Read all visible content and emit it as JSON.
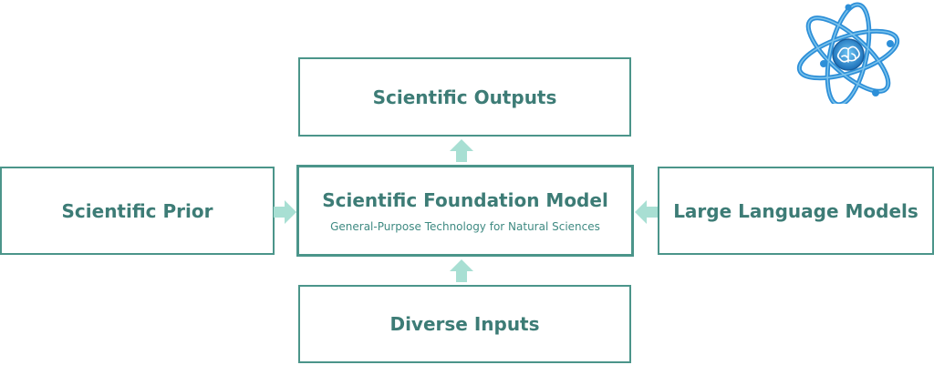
{
  "nodes": {
    "top": {
      "label": "Scientific Outputs"
    },
    "left": {
      "label": "Scientific Prior"
    },
    "right": {
      "label": "Large Language Models"
    },
    "bottom": {
      "label": "Diverse Inputs"
    },
    "center": {
      "label": "Scientific Foundation Model",
      "subtitle": "General-Purpose Technology for Natural Sciences"
    }
  },
  "edges": [
    {
      "from": "center",
      "to": "top"
    },
    {
      "from": "left",
      "to": "center"
    },
    {
      "from": "right",
      "to": "center"
    },
    {
      "from": "bottom",
      "to": "center"
    }
  ],
  "logo": {
    "icon": "atom-brain-icon"
  },
  "colors": {
    "box_border": "#4b958a",
    "text": "#3d7c76",
    "arrow": "#a8dfd3",
    "logo_blue": "#2d8fd8"
  }
}
